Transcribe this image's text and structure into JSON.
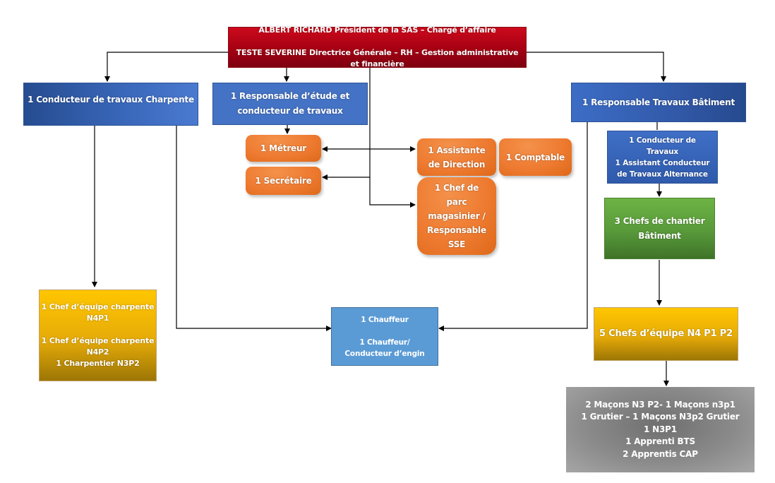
{
  "diagram": {
    "type": "org-chart",
    "nodes": {
      "direction": {
        "line1": "ALBERT RICHARD Président de la SAS – Chargé d’affaire",
        "line2": "TESTE SEVERINE Directrice Générale – RH – Gestion administrative et financière",
        "color": "#b3001a"
      },
      "conducteur_charpente": {
        "label": "1 Conducteur de travaux Charpente",
        "color": "#2f5597"
      },
      "responsable_etude": {
        "label": "1 Responsable d’étude et\nconducteur de travaux",
        "color": "#4472c4"
      },
      "responsable_batiment": {
        "label": "1 Responsable Travaux Bâtiment",
        "color": "#2f5597"
      },
      "metreur": {
        "label": "1 Métreur",
        "color": "#ed7d31"
      },
      "secretaire": {
        "label": "1 Secrétaire",
        "color": "#ed7d31"
      },
      "assistante_direction": {
        "label": "1 Assistante\nde   Direction",
        "color": "#ed7d31"
      },
      "comptable": {
        "label": "1 Comptable",
        "color": "#ed7d31"
      },
      "chef_parc": {
        "label": "1 Chef de\nparc\nmagasinier /\nResponsable\nSSE",
        "color": "#ed7d31"
      },
      "conducteur_travaux_batiment": {
        "label": "1 Conducteur de\nTravaux\n1 Assistant Conducteur\nde Travaux Alternance",
        "color": "#2f5597"
      },
      "chefs_chantier": {
        "label": "3 Chefs de chantier\nBâtiment",
        "color": "#5b9b3a"
      },
      "chefs_equipe_batiment": {
        "label": "5 Chefs d’équipe N4 P1 P2",
        "color": "#f0b400"
      },
      "ouvriers_batiment": {
        "label": "2 Maçons N3 P2- 1 Maçons n3p1\n1 Grutier – 1 Maçons N3p2 Grutier\n1 N3P1\n1 Apprenti BTS\n2 Apprentis CAP",
        "color": "#8a8a8a"
      },
      "equipe_charpente": {
        "label": "1 Chef d’équipe charpente\nN4P1\n\n1 Chef d’équipe charpente\nN4P2\n1 Charpentier N3P2",
        "color": "#f0b400"
      },
      "chauffeurs": {
        "label": "1 Chauffeur\n\n1 Chauffeur/\nConducteur d’engin",
        "color": "#5b9bd5"
      }
    },
    "edges": [
      {
        "from": "direction",
        "to": "conducteur_charpente"
      },
      {
        "from": "direction",
        "to": "responsable_etude"
      },
      {
        "from": "direction",
        "to": "responsable_batiment"
      },
      {
        "from": "direction",
        "to": "metreur"
      },
      {
        "from": "direction",
        "to": "secretaire"
      },
      {
        "from": "direction",
        "to": "assistante_direction"
      },
      {
        "from": "direction",
        "to": "chef_parc"
      },
      {
        "from": "responsable_etude",
        "to": "metreur"
      },
      {
        "from": "conducteur_charpente",
        "to": "equipe_charpente"
      },
      {
        "from": "conducteur_charpente",
        "to": "chauffeurs"
      },
      {
        "from": "responsable_batiment",
        "to": "chauffeurs"
      },
      {
        "from": "responsable_batiment",
        "to": "conducteur_travaux_batiment"
      },
      {
        "from": "conducteur_travaux_batiment",
        "to": "chefs_chantier"
      },
      {
        "from": "chefs_chantier",
        "to": "chefs_equipe_batiment"
      },
      {
        "from": "chefs_equipe_batiment",
        "to": "ouvriers_batiment"
      }
    ]
  }
}
